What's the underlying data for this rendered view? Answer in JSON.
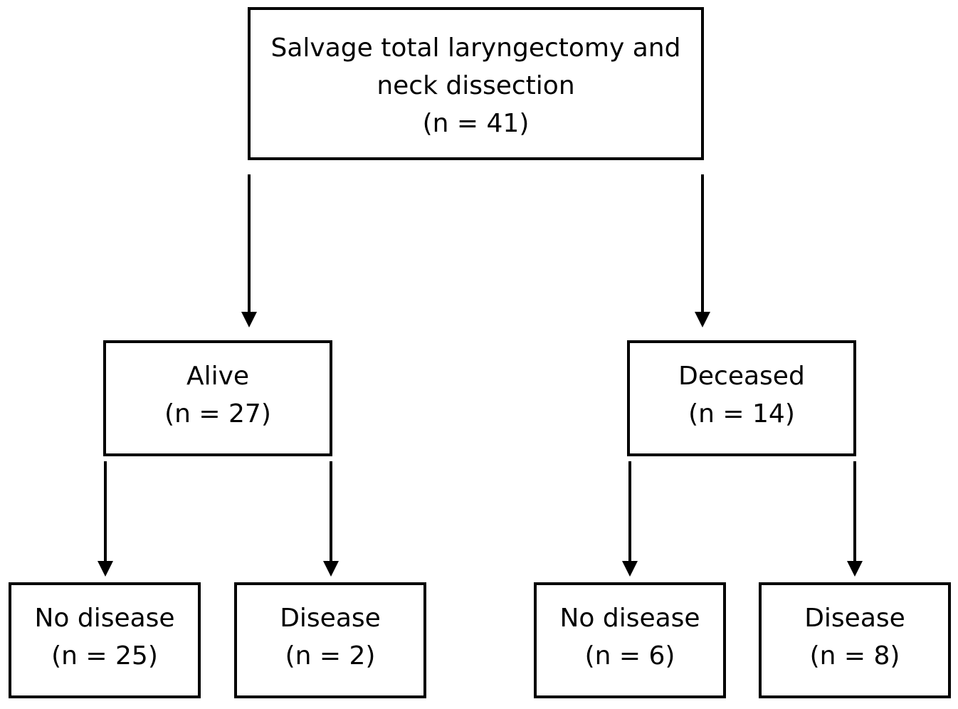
{
  "diagram": {
    "root": {
      "line1": "Salvage total laryngectomy and",
      "line2": "neck dissection",
      "count": "(n = 41)"
    },
    "alive": {
      "label": "Alive",
      "count": "(n = 27)",
      "no_disease": {
        "label": "No disease",
        "count": "(n = 25)"
      },
      "disease": {
        "label": "Disease",
        "count": "(n = 2)"
      }
    },
    "deceased": {
      "label": "Deceased",
      "count": "(n = 14)",
      "no_disease": {
        "label": "No disease",
        "count": "(n = 6)"
      },
      "disease": {
        "label": "Disease",
        "count": "(n = 8)"
      }
    }
  }
}
